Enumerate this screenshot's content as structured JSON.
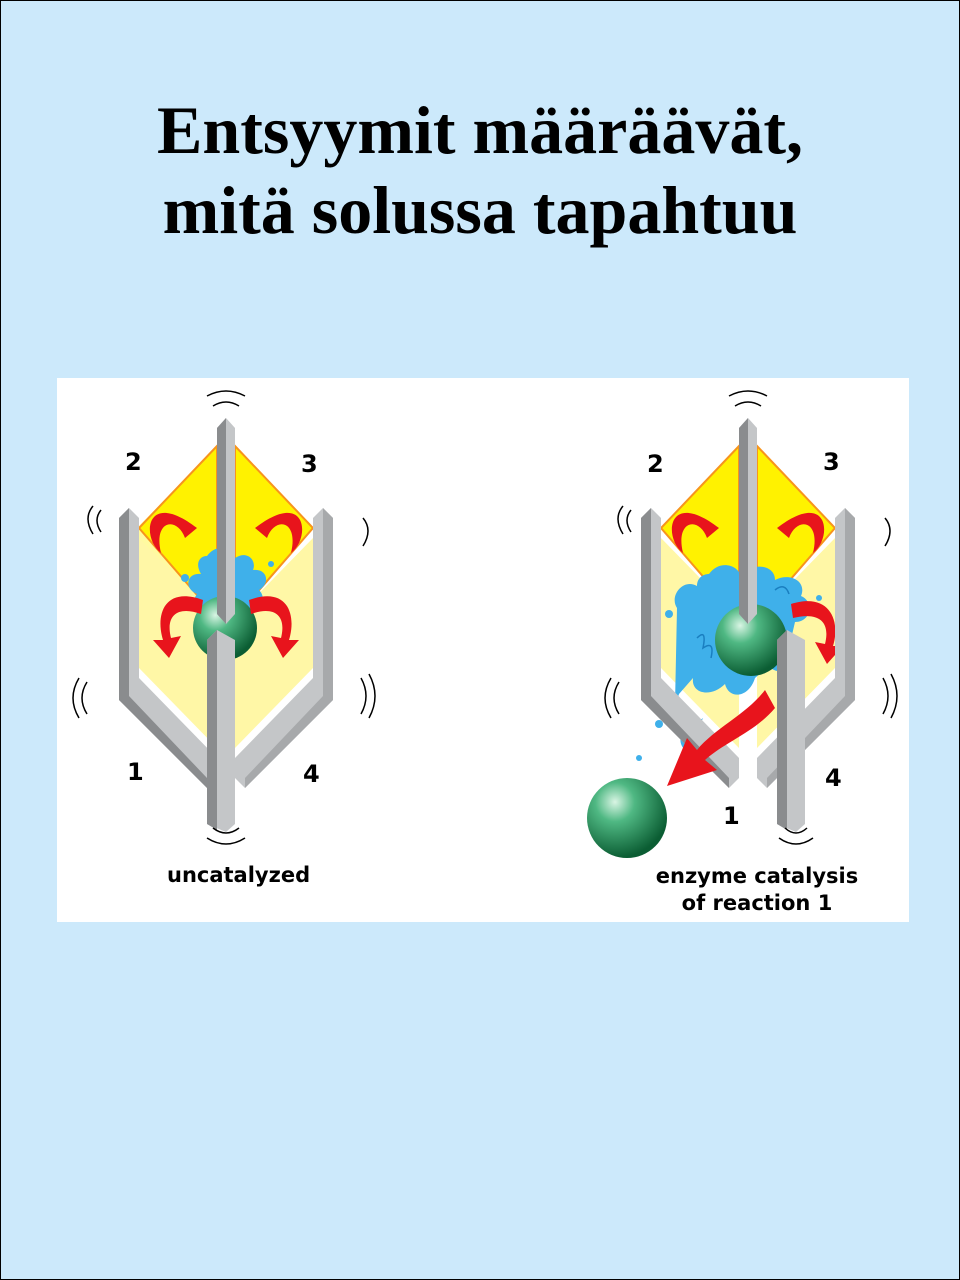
{
  "title": {
    "line1": "Entsyymit määräävät,",
    "line2": "mitä solussa tapahtuu"
  },
  "figure": {
    "left": {
      "labels": [
        "1",
        "2",
        "3",
        "4"
      ],
      "caption": "uncatalyzed"
    },
    "right": {
      "labels": [
        "1",
        "2",
        "3",
        "4"
      ],
      "caption_line1": "enzyme catalysis",
      "caption_line2": "of reaction 1"
    },
    "colors": {
      "background": "#cce9fb",
      "wall": "#c4c6c8",
      "wall_dark": "#8a8c8e",
      "yellow": "#fff200",
      "yellow_light": "#fffaa0",
      "water": "#3fb0ea",
      "ball": "#2e8b57",
      "arrow": "#e8141c"
    }
  }
}
